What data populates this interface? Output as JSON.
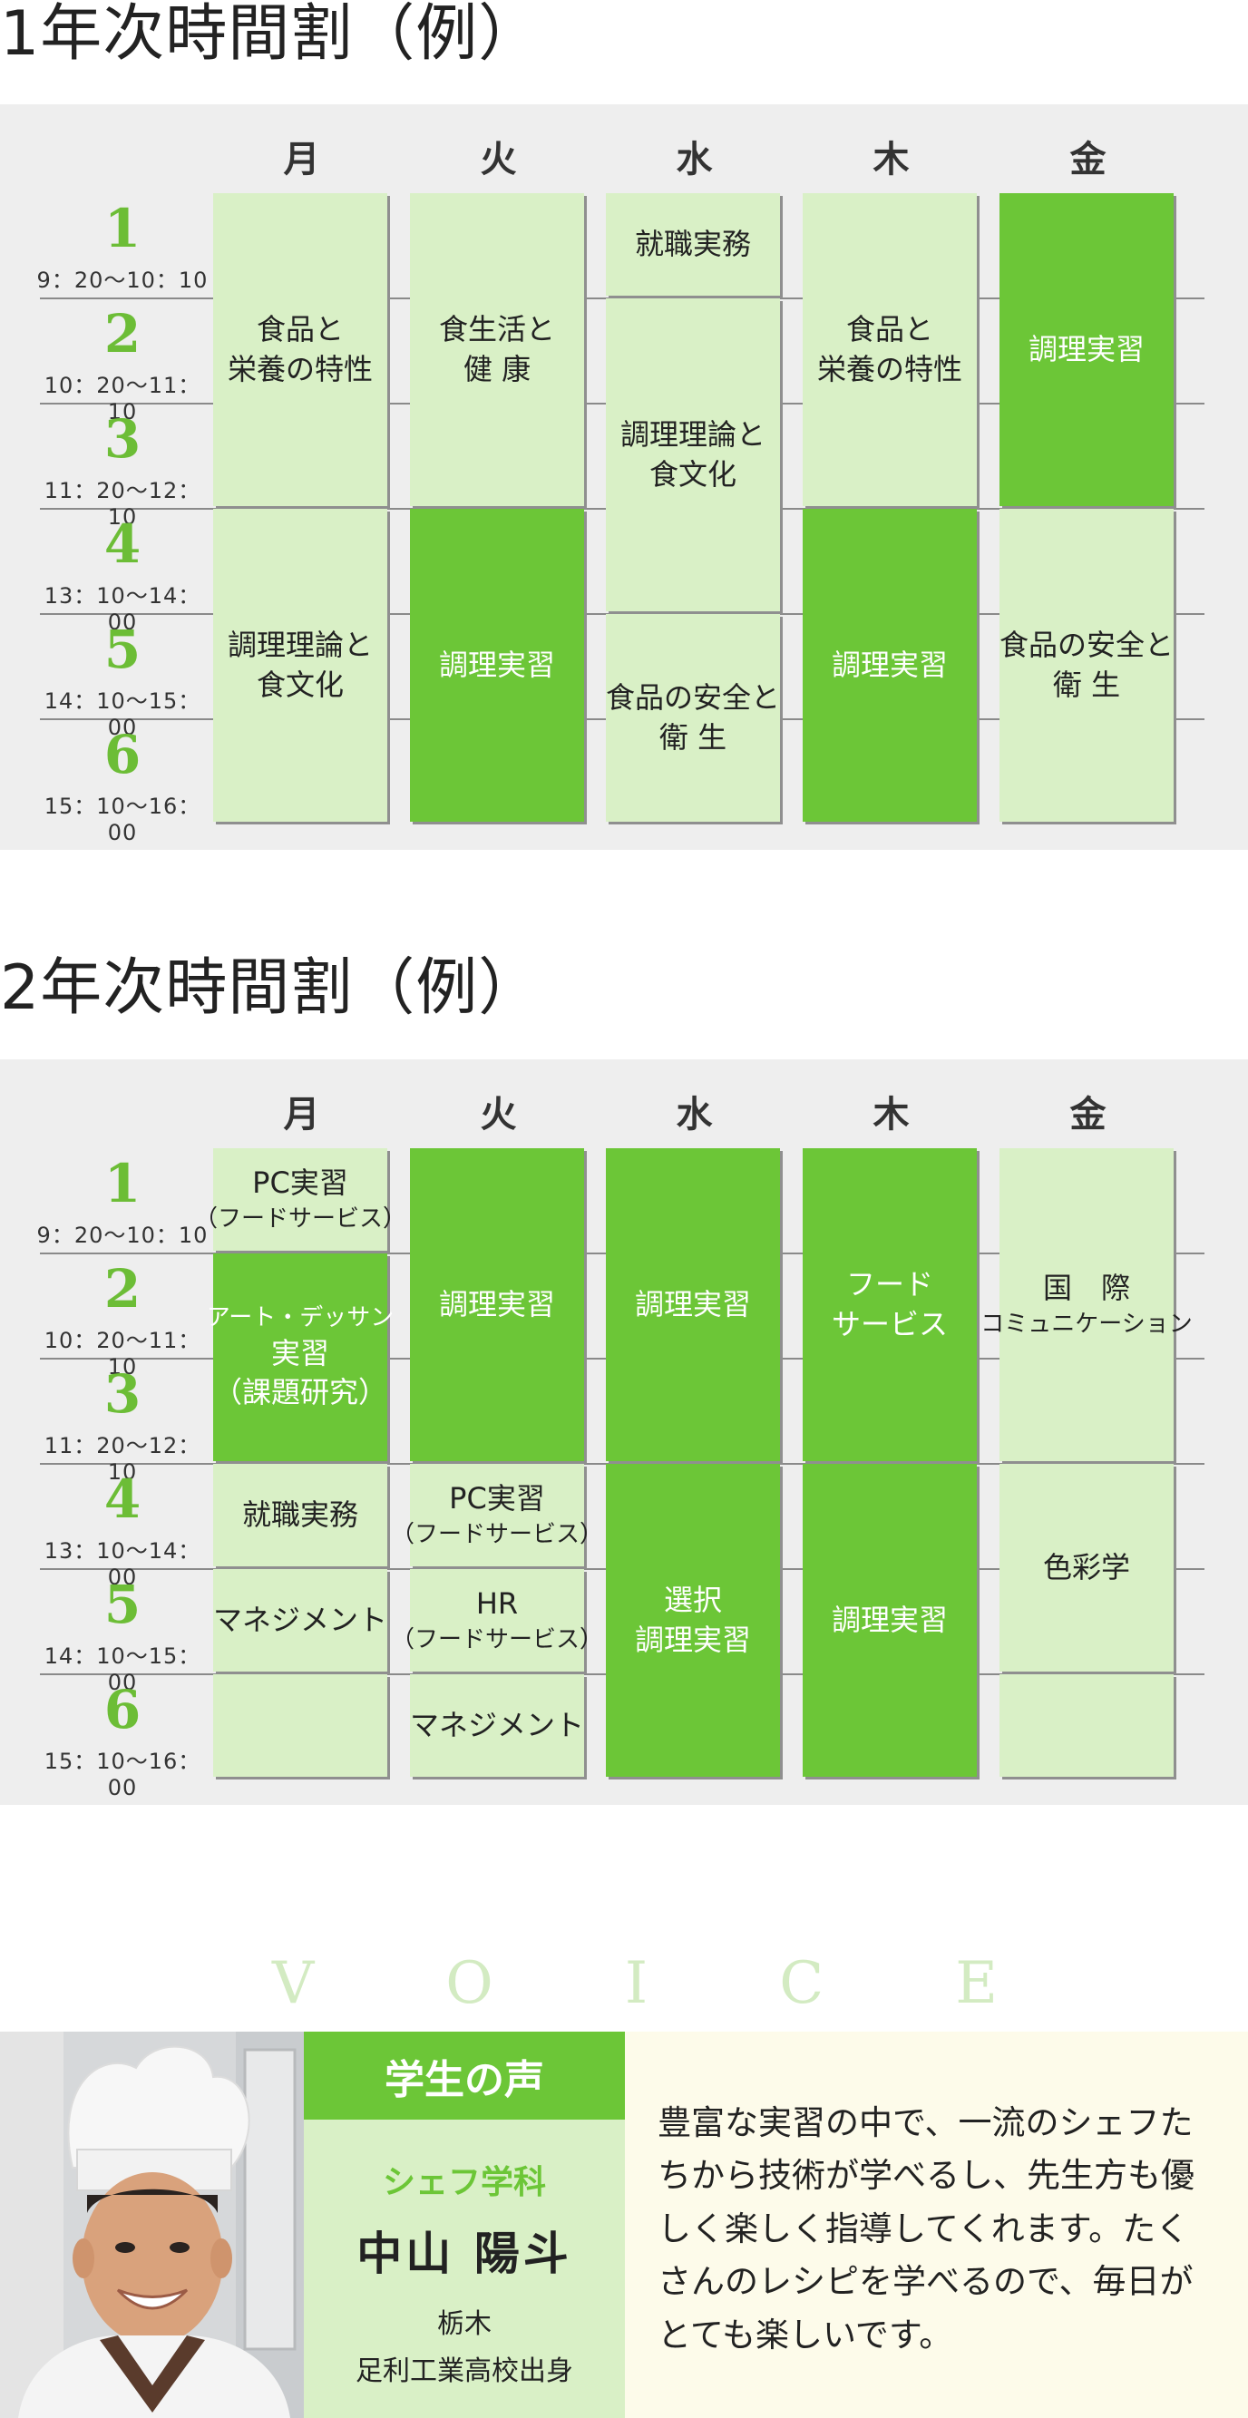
{
  "timetable1": {
    "title": "1年次時間割（例）",
    "days": [
      "月",
      "火",
      "水",
      "木",
      "金"
    ],
    "periods": [
      {
        "num": "1",
        "time": "9：20〜10：10"
      },
      {
        "num": "2",
        "time": "10：20〜11：10"
      },
      {
        "num": "3",
        "time": "11：20〜12：10"
      },
      {
        "num": "4",
        "time": "13：10〜14：00"
      },
      {
        "num": "5",
        "time": "14：10〜15：00"
      },
      {
        "num": "6",
        "time": "15：10〜16：00"
      }
    ],
    "classes": [
      {
        "day": 0,
        "start": 1,
        "span": 3,
        "style": "light",
        "lines": [
          "食品と",
          "栄養の特性"
        ]
      },
      {
        "day": 0,
        "start": 4,
        "span": 3,
        "style": "light",
        "lines": [
          "調理理論と",
          "食文化"
        ]
      },
      {
        "day": 1,
        "start": 1,
        "span": 3,
        "style": "light",
        "lines": [
          "食生活と",
          "健 康"
        ]
      },
      {
        "day": 1,
        "start": 4,
        "span": 3,
        "style": "dark",
        "lines": [
          "調理実習"
        ]
      },
      {
        "day": 2,
        "start": 1,
        "span": 1,
        "style": "light",
        "lines": [
          "就職実務"
        ]
      },
      {
        "day": 2,
        "start": 2,
        "span": 3,
        "style": "light",
        "lines": [
          "調理理論と",
          "食文化"
        ]
      },
      {
        "day": 2,
        "start": 5,
        "span": 2,
        "style": "light",
        "lines": [
          "食品の安全と",
          "衛 生"
        ]
      },
      {
        "day": 3,
        "start": 1,
        "span": 3,
        "style": "light",
        "lines": [
          "食品と",
          "栄養の特性"
        ]
      },
      {
        "day": 3,
        "start": 4,
        "span": 3,
        "style": "dark",
        "lines": [
          "調理実習"
        ]
      },
      {
        "day": 4,
        "start": 1,
        "span": 3,
        "style": "dark",
        "lines": [
          "調理実習"
        ]
      },
      {
        "day": 4,
        "start": 4,
        "span": 3,
        "style": "light",
        "lines": [
          "食品の安全と",
          "衛 生"
        ]
      }
    ]
  },
  "timetable2": {
    "title": "2年次時間割（例）",
    "days": [
      "月",
      "火",
      "水",
      "木",
      "金"
    ],
    "periods": [
      {
        "num": "1",
        "time": "9：20〜10：10"
      },
      {
        "num": "2",
        "time": "10：20〜11：10"
      },
      {
        "num": "3",
        "time": "11：20〜12：10"
      },
      {
        "num": "4",
        "time": "13：10〜14：00"
      },
      {
        "num": "5",
        "time": "14：10〜15：00"
      },
      {
        "num": "6",
        "time": "15：10〜16：00"
      }
    ],
    "classes": [
      {
        "day": 0,
        "start": 1,
        "span": 1,
        "style": "light",
        "lines": [
          "PC実習",
          "（フードサービス）"
        ],
        "small": [
          1
        ]
      },
      {
        "day": 0,
        "start": 2,
        "span": 2,
        "style": "dark",
        "lines": [
          "アート・デッサン",
          "実習",
          "（課題研究）"
        ],
        "small": [
          0
        ]
      },
      {
        "day": 0,
        "start": 4,
        "span": 1,
        "style": "light",
        "lines": [
          "就職実務"
        ]
      },
      {
        "day": 0,
        "start": 5,
        "span": 1,
        "style": "light",
        "lines": [
          "マネジメント"
        ]
      },
      {
        "day": 0,
        "start": 6,
        "span": 1,
        "style": "light",
        "lines": []
      },
      {
        "day": 1,
        "start": 1,
        "span": 3,
        "style": "dark",
        "lines": [
          "調理実習"
        ]
      },
      {
        "day": 1,
        "start": 4,
        "span": 1,
        "style": "light",
        "lines": [
          "PC実習",
          "（フードサービス）"
        ],
        "small": [
          1
        ]
      },
      {
        "day": 1,
        "start": 5,
        "span": 1,
        "style": "light",
        "lines": [
          "HR",
          "（フードサービス）"
        ],
        "small": [
          1
        ]
      },
      {
        "day": 1,
        "start": 6,
        "span": 1,
        "style": "light",
        "lines": [
          "マネジメント"
        ]
      },
      {
        "day": 2,
        "start": 1,
        "span": 3,
        "style": "dark",
        "lines": [
          "調理実習"
        ]
      },
      {
        "day": 2,
        "start": 4,
        "span": 3,
        "style": "dark",
        "lines": [
          "選択",
          "調理実習"
        ]
      },
      {
        "day": 3,
        "start": 1,
        "span": 3,
        "style": "dark",
        "lines": [
          "フード",
          "サービス"
        ]
      },
      {
        "day": 3,
        "start": 4,
        "span": 3,
        "style": "dark",
        "lines": [
          "調理実習"
        ]
      },
      {
        "day": 4,
        "start": 1,
        "span": 3,
        "style": "light",
        "lines": [
          "国　際",
          "コミュニケーション"
        ],
        "small": [
          1
        ]
      },
      {
        "day": 4,
        "start": 4,
        "span": 2,
        "style": "light",
        "lines": [
          "色彩学"
        ]
      },
      {
        "day": 4,
        "start": 6,
        "span": 1,
        "style": "light",
        "lines": []
      }
    ]
  },
  "voice": {
    "heading_letters": [
      "V",
      "O",
      "I",
      "C",
      "E"
    ],
    "label": "学生の声",
    "department": "シェフ学科",
    "name": "中山 陽斗",
    "prefecture": "栃木",
    "school": "足利工業高校出身",
    "quote": "豊富な実習の中で、一流のシェフたちから技術が学べるし、先生方も優しく楽しく指導してくれます。たくさんのレシピを学べるので、毎日がとても楽しいです。"
  }
}
